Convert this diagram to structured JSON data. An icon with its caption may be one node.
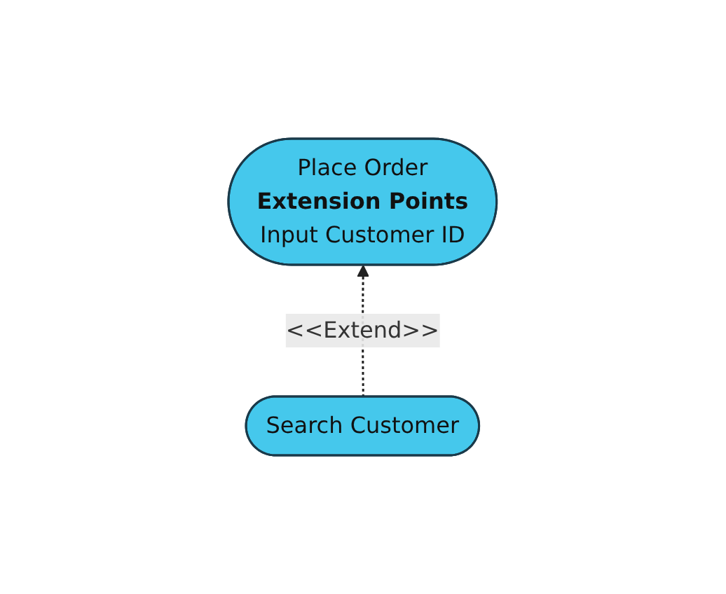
{
  "diagram": {
    "nodes": [
      {
        "text": [
          "Place Order",
          "Extension Points",
          "Input Customer ID"
        ]
      },
      {
        "text": [
          "Search Customer"
        ]
      }
    ],
    "edges": [
      {
        "from": 1,
        "to": 0,
        "arrow": "to",
        "style": "dashed",
        "label": "<<Extend>>"
      }
    ]
  }
}
